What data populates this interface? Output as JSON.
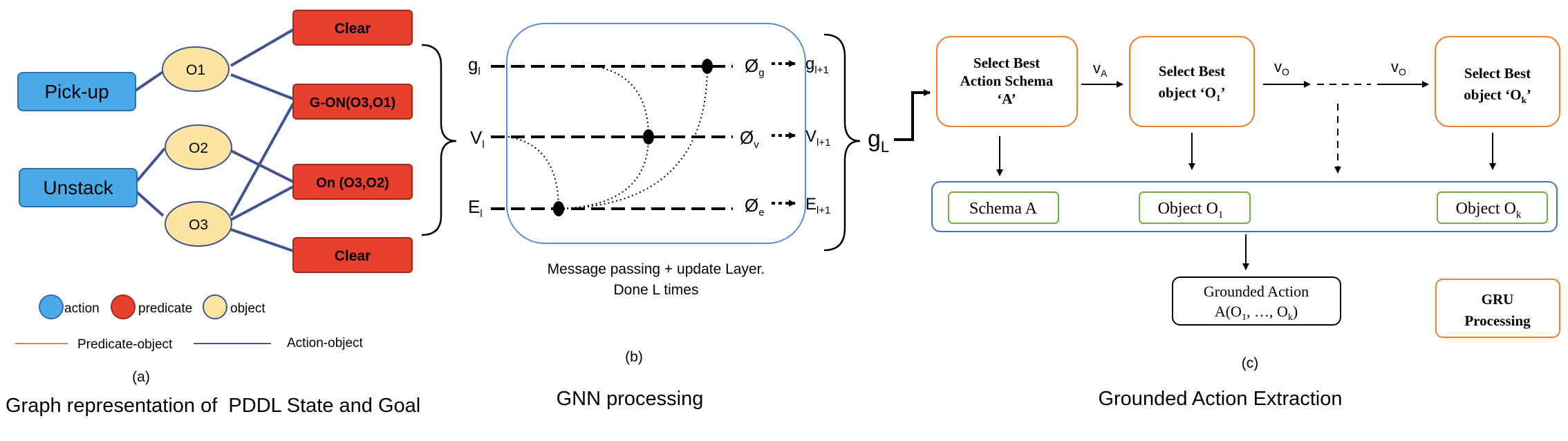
{
  "colors": {
    "action_fill": "#4aaae8",
    "action_stroke": "#2b6fa6",
    "predicate_fill": "#e8402f",
    "predicate_stroke": "#a8261a",
    "object_fill": "#fbe3a2",
    "object_stroke": "#3e5490",
    "action_object_edge": "#3e5490",
    "predicate_object_edge": "#ed7d31",
    "gnn_box_stroke": "#5b8ed6",
    "panel_c_orange": "#ed7d31",
    "panel_c_green": "#70ad47",
    "panel_c_blue": "#4472c4"
  },
  "panel_a": {
    "actions": [
      "Pick-up",
      "Unstack"
    ],
    "objects": [
      "O1",
      "O2",
      "O3"
    ],
    "predicates": [
      "Clear",
      "G-ON(O3,O1)",
      "On (O3,O2)",
      "Clear"
    ],
    "legend": {
      "action": "action",
      "predicate": "predicate",
      "object": "object",
      "predicate_object": "Predicate-object",
      "action_object": "Action-object"
    },
    "label": "(a)",
    "caption": "Graph representation of  PDDL State and Goal"
  },
  "panel_b": {
    "inputs": [
      {
        "main": "g",
        "sub": "l"
      },
      {
        "main": "V",
        "sub": "l"
      },
      {
        "main": "E",
        "sub": "l"
      }
    ],
    "updates": [
      {
        "main": "Ø",
        "sub": "g"
      },
      {
        "main": "Ø",
        "sub": "v"
      },
      {
        "main": "Ø",
        "sub": "e"
      }
    ],
    "outputs": [
      {
        "main": "g",
        "sub": "l+1"
      },
      {
        "main": "V",
        "sub": "l+1"
      },
      {
        "main": "E",
        "sub": "l+1"
      }
    ],
    "box_caption_line1": "Message passing + update Layer.",
    "box_caption_line2": "Done L times",
    "label": "(b)",
    "caption": "GNN processing",
    "final_output": {
      "main": "g",
      "sub": "L"
    }
  },
  "panel_c": {
    "select_schema": [
      "Select Best",
      "Action Schema",
      "‘A’"
    ],
    "select_o1": {
      "line1": "Select Best",
      "line2": "object ‘O",
      "sub": "1",
      "end": "’"
    },
    "select_ok": {
      "line1": "Select Best",
      "line2": "object ‘O",
      "sub": "k",
      "end": "’"
    },
    "v_a": {
      "main": "v",
      "sub": "A"
    },
    "v_o": {
      "main": "v",
      "sub": "O"
    },
    "schema_a": "Schema A",
    "object_o1": {
      "main": "Object O",
      "sub": "1"
    },
    "object_ok": {
      "main": "Object O",
      "sub": "k"
    },
    "grounded_title": "Grounded Action",
    "grounded_value": {
      "a": "A(O",
      "s1": "1",
      "mid": ", …, O",
      "sk": "k",
      "end": ")"
    },
    "gru_line1": "GRU",
    "gru_line2": "Processing",
    "label": "(c)",
    "caption": "Grounded Action Extraction"
  }
}
